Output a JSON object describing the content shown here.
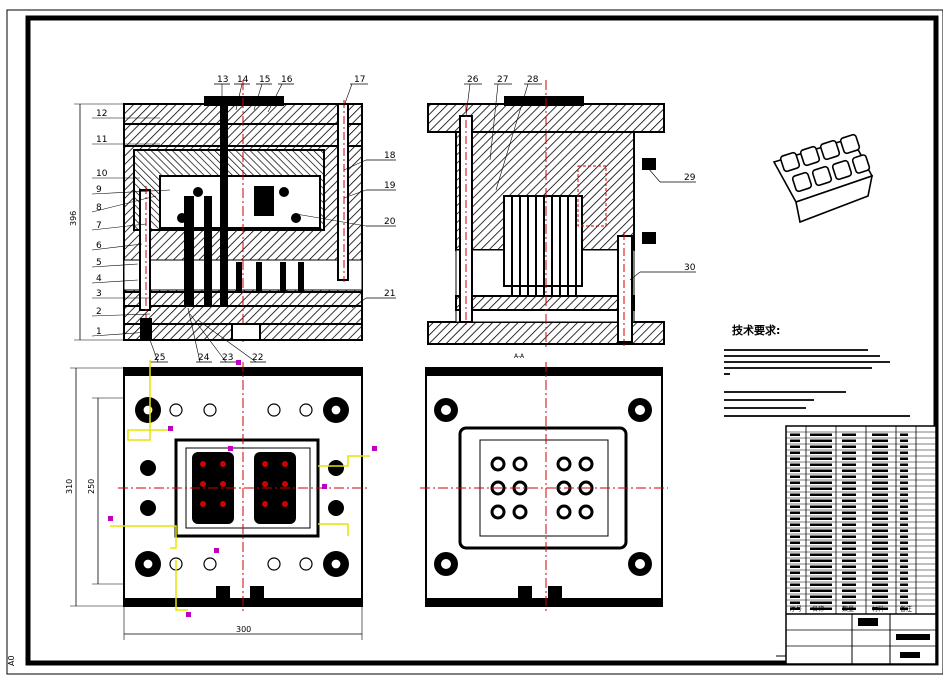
{
  "sheet": {
    "sheet_code": "A0"
  },
  "front_view": {
    "callouts_top": [
      "13",
      "14",
      "15",
      "16",
      "17"
    ],
    "callouts_left": [
      "12",
      "11",
      "10",
      "9",
      "8",
      "7",
      "6",
      "5",
      "4",
      "3",
      "2",
      "1"
    ],
    "callouts_right": [
      "18",
      "19",
      "20",
      "21"
    ],
    "callouts_bottom": [
      "25",
      "24",
      "23",
      "22"
    ],
    "height_dim": "396"
  },
  "side_view": {
    "callouts_top": [
      "26",
      "27",
      "28"
    ],
    "callouts_right": [
      "29",
      "30"
    ],
    "section_mark": "A-A"
  },
  "plan_view": {
    "height_dim_outer": "310",
    "height_dim_inner": "250",
    "width_dim": "300"
  },
  "tech_requirements": {
    "title": "技术要求:"
  },
  "title_block": {
    "headers": [
      "序号",
      "名称",
      "数量",
      "材料",
      "备注"
    ]
  },
  "colors": {
    "ink": "#000000",
    "centerline": "#d00000",
    "magenta": "#c000c0",
    "yellow": "#e6e600"
  }
}
